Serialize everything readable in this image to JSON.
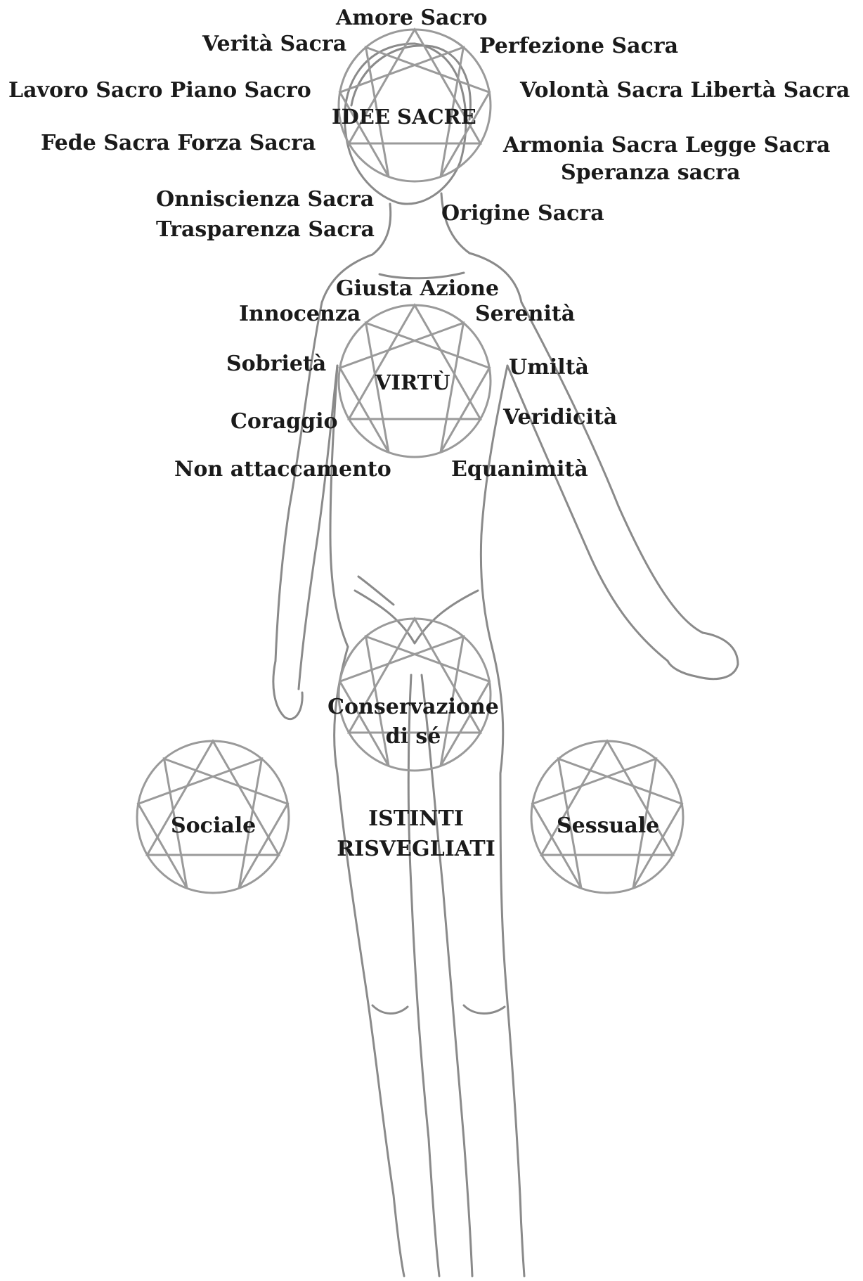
{
  "colors": {
    "sketch": "#8a8a8a",
    "enneagram": "#9a9a9a",
    "text": "#1a1a1a"
  },
  "head_enneagram": {
    "title": "IDEE SACRE",
    "labels": [
      "Amore Sacro",
      "Verità Sacra",
      "Perfezione Sacra",
      "Lavoro Sacro Piano Sacro",
      "Volontà Sacra Libertà Sacra",
      "Fede Sacra Forza Sacra",
      "Armonia Sacra Legge Sacra",
      "Speranza sacra",
      "Onniscienza Sacra",
      "Trasparenza Sacra",
      "Origine Sacra"
    ]
  },
  "chest_enneagram": {
    "title": "VIRTÙ",
    "labels": [
      "Giusta Azione",
      "Innocenza",
      "Serenità",
      "Sobrietà",
      "Umiltà",
      "Coraggio",
      "Veridicità",
      "Non attaccamento",
      "Equanimità"
    ]
  },
  "instinct_enneagrams": {
    "self_preservation": [
      "Conservazione",
      "di sé"
    ],
    "social": "Sociale",
    "sexual": "Sessuale",
    "caption": [
      "ISTINTI",
      "RISVEGLIATI"
    ]
  }
}
